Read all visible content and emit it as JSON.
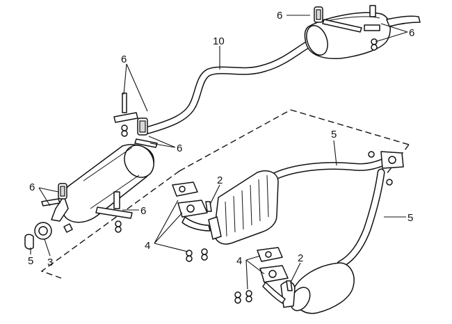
{
  "labels": {
    "hanger_rear_top": "6",
    "hanger_rear_right": "6",
    "hanger_mid_top": "6",
    "hanger_mid_right": "6",
    "hanger_front_left": "6",
    "hanger_front_right": "6",
    "pipe_main": "10",
    "pipe_front_upper": "5",
    "pipe_front_lower": "5",
    "pipe_front_left": "5",
    "gasket_upper": "4",
    "gasket_lower": "4",
    "stud_upper": "2",
    "stud_lower": "2",
    "clamp": "3"
  }
}
